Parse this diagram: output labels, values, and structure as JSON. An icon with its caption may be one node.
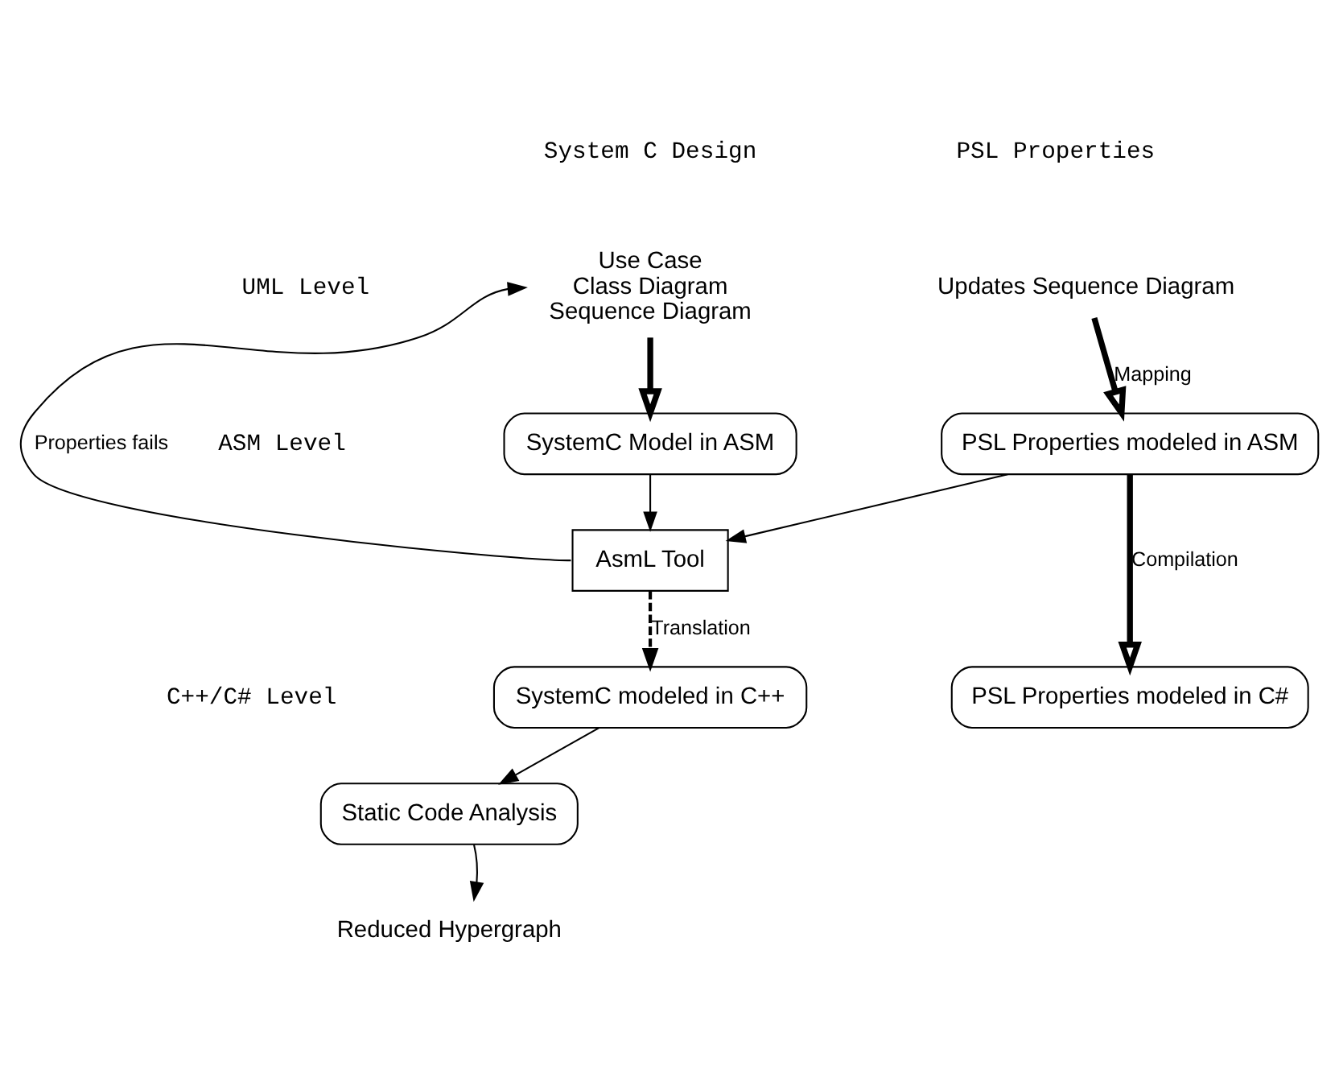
{
  "diagram": {
    "nodes": [
      {
        "text": [
          "Use Case",
          "Class Diagram",
          "Sequence Diagram"
        ]
      },
      {
        "text": [
          "Updates Sequence Diagram"
        ]
      },
      {
        "text": [
          "SystemC Model in ASM"
        ]
      },
      {
        "text": [
          "PSL Properties modeled in ASM"
        ]
      },
      {
        "text": [
          "AsmL Tool"
        ]
      },
      {
        "text": [
          "SystemC modeled in C++"
        ]
      },
      {
        "text": [
          "PSL Properties modeled in C#"
        ]
      },
      {
        "text": [
          "Static Code Analysis"
        ]
      },
      {
        "text": [
          "Reduced Hypergraph"
        ]
      }
    ],
    "edges": [
      {
        "from": 0,
        "to": 2,
        "arrow": "to",
        "style": "thick"
      },
      {
        "from": 1,
        "to": 3,
        "arrow": "to",
        "style": "thick",
        "label": "Mapping"
      },
      {
        "from": 2,
        "to": 4,
        "arrow": "to"
      },
      {
        "from": 3,
        "to": 4,
        "arrow": "to"
      },
      {
        "from": 4,
        "to": 0,
        "arrow": "to",
        "label": "Properties fails"
      },
      {
        "from": 4,
        "to": 5,
        "arrow": "to",
        "style": "dashed",
        "label": "Translation"
      },
      {
        "from": 3,
        "to": 6,
        "arrow": "to",
        "style": "thick",
        "label": "Compilation"
      },
      {
        "from": 5,
        "to": 7,
        "arrow": "to"
      },
      {
        "from": 7,
        "to": 8,
        "arrow": "to"
      }
    ],
    "labels": [
      "System C Design",
      "PSL Properties",
      "UML Level",
      "ASM Level",
      "C++/C# Level"
    ]
  }
}
